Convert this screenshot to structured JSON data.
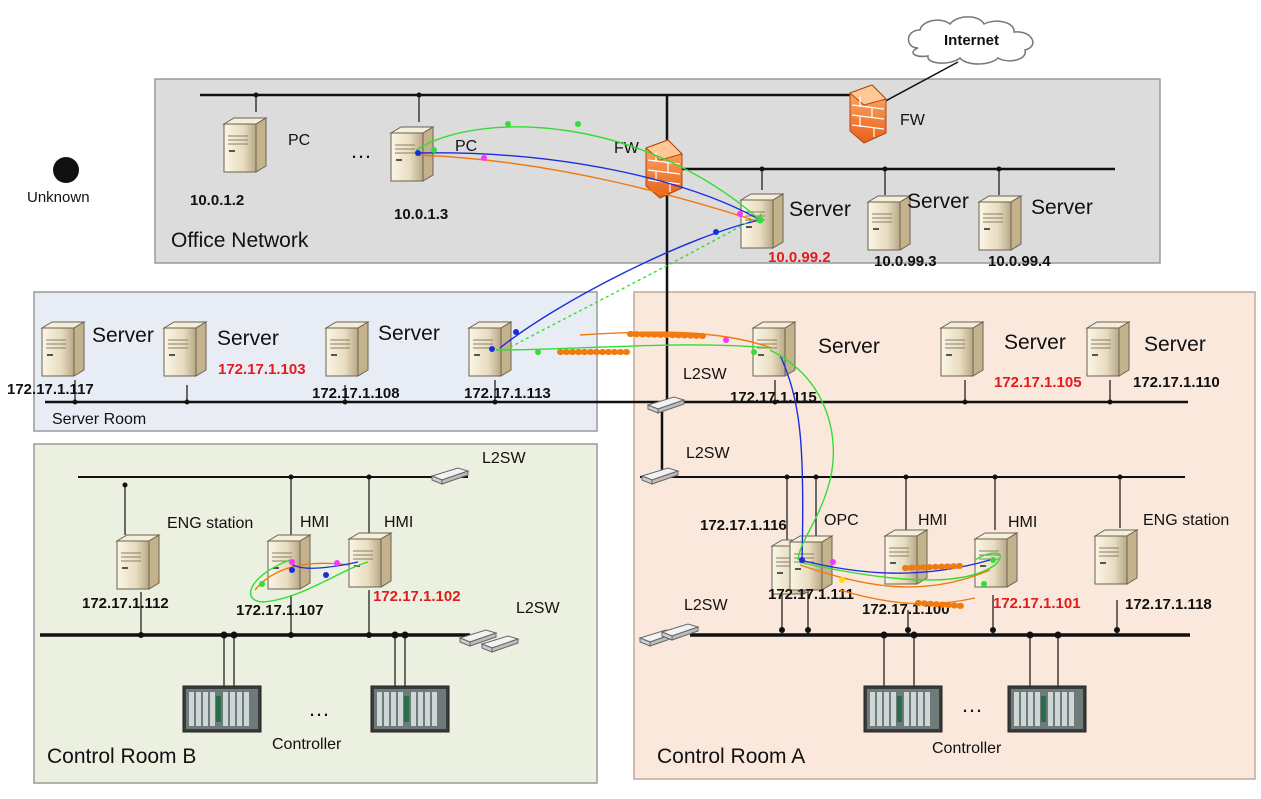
{
  "internet": {
    "label": "Internet"
  },
  "unknown": {
    "label": "Unknown"
  },
  "zones": {
    "office": "Office Network",
    "server_room": "Server Room",
    "control_b": "Control Room B",
    "control_a": "Control Room A"
  },
  "firewalls": {
    "outer": "FW",
    "inner": "FW"
  },
  "switches": {
    "l2sw": "L2SW"
  },
  "office": {
    "pc1": {
      "name": "PC",
      "ip": "10.0.1.2"
    },
    "ellipsis": "…",
    "pc2": {
      "name": "PC",
      "ip": "10.0.1.3"
    },
    "srv1": {
      "name": "Server",
      "ip": "10.0.99.2"
    },
    "srv2": {
      "name": "Server",
      "ip": "10.0.99.3"
    },
    "srv3": {
      "name": "Server",
      "ip": "10.0.99.4"
    }
  },
  "server_room": {
    "s1": {
      "name": "Server",
      "ip": "172.17.1.117"
    },
    "s2": {
      "name": "Server",
      "ip": "172.17.1.103"
    },
    "s3": {
      "name": "Server",
      "ip": "172.17.1.108"
    },
    "s4": {
      "ip": "172.17.1.113"
    }
  },
  "room_a_servers": {
    "s1": {
      "name": "Server",
      "ip": "172.17.1.115"
    },
    "s2": {
      "name": "Server",
      "ip": "172.17.1.105"
    },
    "s3": {
      "name": "Server",
      "ip": "172.17.1.110"
    }
  },
  "control_b": {
    "eng": {
      "name": "ENG station",
      "ip": "172.17.1.112"
    },
    "hmi1": {
      "name": "HMI",
      "ip": "172.17.1.107"
    },
    "hmi2": {
      "name": "HMI",
      "ip": "172.17.1.102"
    },
    "controller": "Controller",
    "ellipsis": "…"
  },
  "control_a": {
    "opc": {
      "name": "OPC",
      "ip1": "172.17.1.116",
      "ip2": "172.17.1.111"
    },
    "hmi1": {
      "name": "HMI",
      "ip": "172.17.1.100"
    },
    "hmi2": {
      "name": "HMI",
      "ip": "172.17.1.101"
    },
    "eng": {
      "name": "ENG station",
      "ip": "172.17.1.118"
    },
    "controller": "Controller",
    "ellipsis": "…"
  },
  "colors": {
    "ip_highlight": "#e31b1b",
    "flow_green": "#33dd33",
    "flow_blue": "#1a2ee0",
    "flow_orange": "#f07a10",
    "flow_magenta": "#ff33ff",
    "office_bg": "#dcdcdc",
    "server_room_bg": "#e8edf5",
    "control_b_bg": "#ebf0e0",
    "control_a_bg": "#fbe8dc"
  }
}
